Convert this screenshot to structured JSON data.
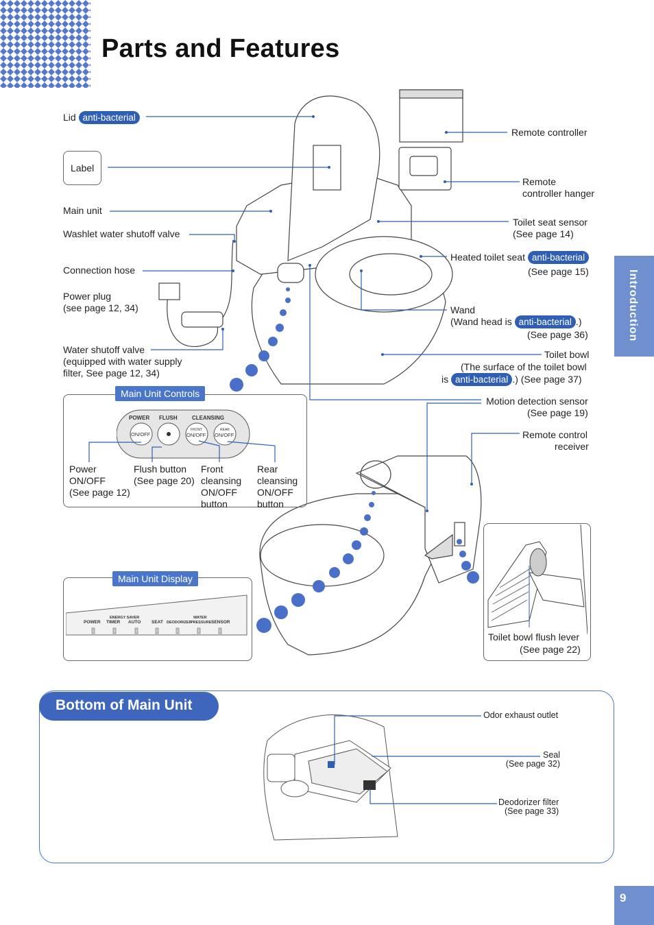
{
  "page": {
    "title": "Parts and Features",
    "side_tab": "Introduction",
    "page_number": "9"
  },
  "labels": {
    "lid": "Lid",
    "anti": "anti-bacterial",
    "label": "Label",
    "main_unit": "Main unit",
    "washlet_valve": "Washlet water shutoff valve",
    "connection_hose": "Connection hose",
    "power_plug_1": "Power plug",
    "power_plug_2": "(see page 12, 34)",
    "water_valve_1": "Water shutoff valve",
    "water_valve_2": "(equipped with water supply",
    "water_valve_3": "filter, See page 12, 34)",
    "remote_controller": "Remote controller",
    "remote_hanger_1": "Remote",
    "remote_hanger_2": "controller hanger",
    "seat_sensor_1": "Toilet seat sensor",
    "seat_sensor_2": "(See page 14)",
    "heated_seat": "Heated toilet seat",
    "heated_seat_page": "(See page 15)",
    "wand_1": "Wand",
    "wand_2a": "(Wand head is",
    "wand_2b": ".)",
    "wand_3": "(See page 36)",
    "bowl_1": "Toilet bowl",
    "bowl_2": "(The surface of the toilet bowl",
    "bowl_3a": "is",
    "bowl_3b": ".) (See page 37)",
    "motion_1": "Motion detection sensor",
    "motion_2": "(See page 19)",
    "receiver_1": "Remote control",
    "receiver_2": "receiver",
    "flush_lever_1": "Toilet bowl flush lever",
    "flush_lever_2": "(See page 22)"
  },
  "controls": {
    "tag": "Main Unit Controls",
    "group_power": "POWER",
    "group_flush": "FLUSH",
    "group_cleansing": "CLEANSING",
    "btn_onoff": "ON/OFF",
    "btn_front": "FRONT",
    "btn_rear": "REAR",
    "power_1": "Power",
    "power_2": "ON/OFF",
    "power_3": "(See page 12)",
    "flush_1": "Flush button",
    "flush_2": "(See page 20)",
    "front_1": "Front",
    "front_2": "cleansing",
    "front_3": "ON/OFF",
    "front_4": "button",
    "rear_1": "Rear",
    "rear_2": "cleansing",
    "rear_3": "ON/OFF",
    "rear_4": "button"
  },
  "display": {
    "tag": "Main Unit Display",
    "energy_saver": "ENERGY SAVER",
    "water": "WATER",
    "items": [
      "POWER",
      "TIMER",
      "AUTO",
      "SEAT",
      "DEODORIZER",
      "PRESSURE",
      "SENSOR"
    ]
  },
  "bottom": {
    "title": "Bottom of Main Unit",
    "odor": "Odor exhaust outlet",
    "seal_1": "Seal",
    "seal_2": "(See page 32)",
    "deo_1": "Deodorizer filter",
    "deo_2": "(See page 33)"
  },
  "colors": {
    "accent": "#2f5fb3",
    "tab": "#6f8fcf",
    "dot": "#4a6fc8"
  }
}
